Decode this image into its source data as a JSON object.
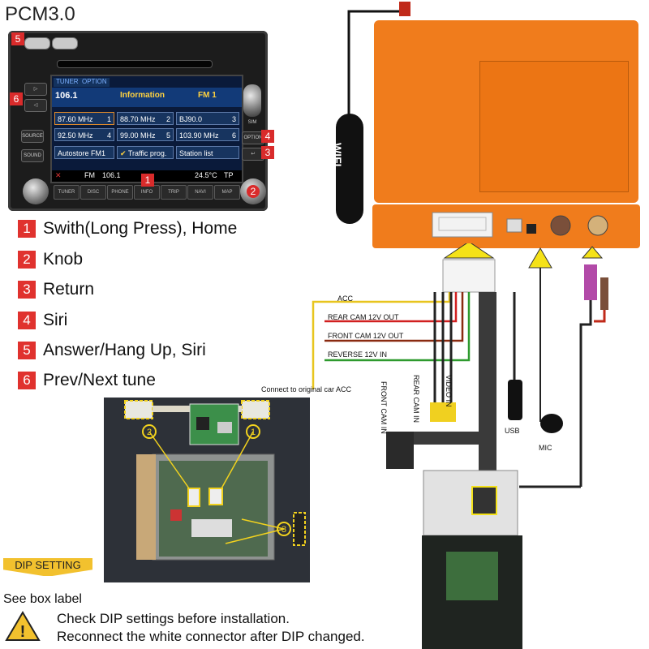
{
  "title": "PCM3.0",
  "head_unit": {
    "tabs": [
      "TUNER",
      "OPTION"
    ],
    "freq_top": "106.1",
    "header_title": "Information",
    "header_band": "FM 1",
    "presets": [
      {
        "freq": "87.60 MHz",
        "num": "1"
      },
      {
        "freq": "88.70 MHz",
        "num": "2"
      },
      {
        "freq": "BJ90.0",
        "num": "3"
      },
      {
        "freq": "92.50 MHz",
        "num": "4"
      },
      {
        "freq": "99.00 MHz",
        "num": "5"
      },
      {
        "freq": "103.90 MHz",
        "num": "6"
      }
    ],
    "info_cells": [
      "Autostore FM1",
      "Traffic prog.",
      "Station list"
    ],
    "status_band": "FM",
    "status_freq": "106.1",
    "status_temp": "24.5°C",
    "status_tp": "TP",
    "left_buttons": [
      "SOURCE",
      "SOUND"
    ],
    "right_buttons": [
      "OPTION",
      "SIM"
    ],
    "softkeys": [
      "TUNER",
      "DISC",
      "PHONE",
      "INFO",
      "TRIP",
      "NAVI",
      "MAP"
    ],
    "badges": [
      "5",
      "6",
      "4",
      "3",
      "1",
      "2"
    ]
  },
  "legend": [
    {
      "num": "1",
      "text": "Swith(Long Press), Home"
    },
    {
      "num": "2",
      "text": "Knob"
    },
    {
      "num": "3",
      "text": "Return"
    },
    {
      "num": "4",
      "text": "Siri"
    },
    {
      "num": "5",
      "text": "Answer/Hang Up, Siri"
    },
    {
      "num": "6",
      "text": "Prev/Next tune"
    }
  ],
  "pcb_markers": [
    "2",
    "1",
    "3"
  ],
  "wifi_label": "WIFI",
  "wires": {
    "acc": "ACC",
    "rear_cam": "REAR CAM 12V OUT",
    "front_cam": "FRONT CAM 12V OUT",
    "reverse": "REVERSE 12V IN",
    "connect_note": "Connect to original car ACC",
    "front_cam_in": "FRONT CAM IN",
    "rear_cam_in": "REAR CAM IN",
    "video_in": "VIDEO IN",
    "usb": "USB",
    "mic": "MIC"
  },
  "colors": {
    "module_orange": "#f07c1c",
    "badge_red": "#d92b2b",
    "acc_wire": "#e8c51e",
    "rear_wire": "#d12020",
    "front_wire": "#8a2a10",
    "reverse_wire": "#2e9a2e",
    "arrow_yellow": "#f5e218",
    "fakra_purple": "#b24aa8",
    "fakra_brown": "#7a4f3a"
  },
  "dip": {
    "label": "DIP SETTING",
    "see_box": "See box label"
  },
  "warning": {
    "line1": "Check DIP settings before installation.",
    "line2": "Reconnect the white connector after DIP changed."
  }
}
